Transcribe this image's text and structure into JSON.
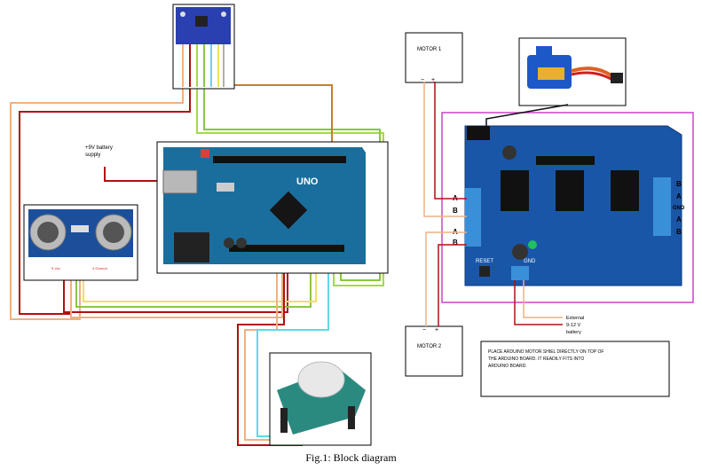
{
  "caption": "Fig.1: Block diagram",
  "battery_note": [
    "+9V battery",
    "supply"
  ],
  "arduino_label": "UNO",
  "sensor_pins": [
    "5 Vcc",
    "4 Ground"
  ],
  "motor1_label": "MOTOR 1",
  "motor2_label": "MOTOR 2",
  "motor1_terminals": [
    "−",
    "+"
  ],
  "motor2_terminals": [
    "−",
    "+"
  ],
  "shield_terminals": [
    "A",
    "B",
    "A",
    "B"
  ],
  "shield_right_terminals": [
    "B",
    "A",
    "GND",
    "A",
    "B"
  ],
  "shield_labels": [
    "RESET",
    "GND"
  ],
  "external_supply": [
    "External",
    "9-12 V",
    "battery"
  ],
  "note_lines": [
    "PLACE ARDUINO MOTOR SHIEL DIRECTLY ON TOP OF",
    "THE ARDUINO BOARD. IT READILY FITS INTO",
    "ARDUINO BOARD."
  ],
  "colors": {
    "red": "#b01010",
    "peach": "#f0b080",
    "lightgreen": "#a8d848",
    "yellow": "#f0e060",
    "cyan": "#60d8e8",
    "brown": "#c08030",
    "magenta": "#cc44cc",
    "pcb": "#1a56a8",
    "arduino": "#1a6e9e"
  }
}
